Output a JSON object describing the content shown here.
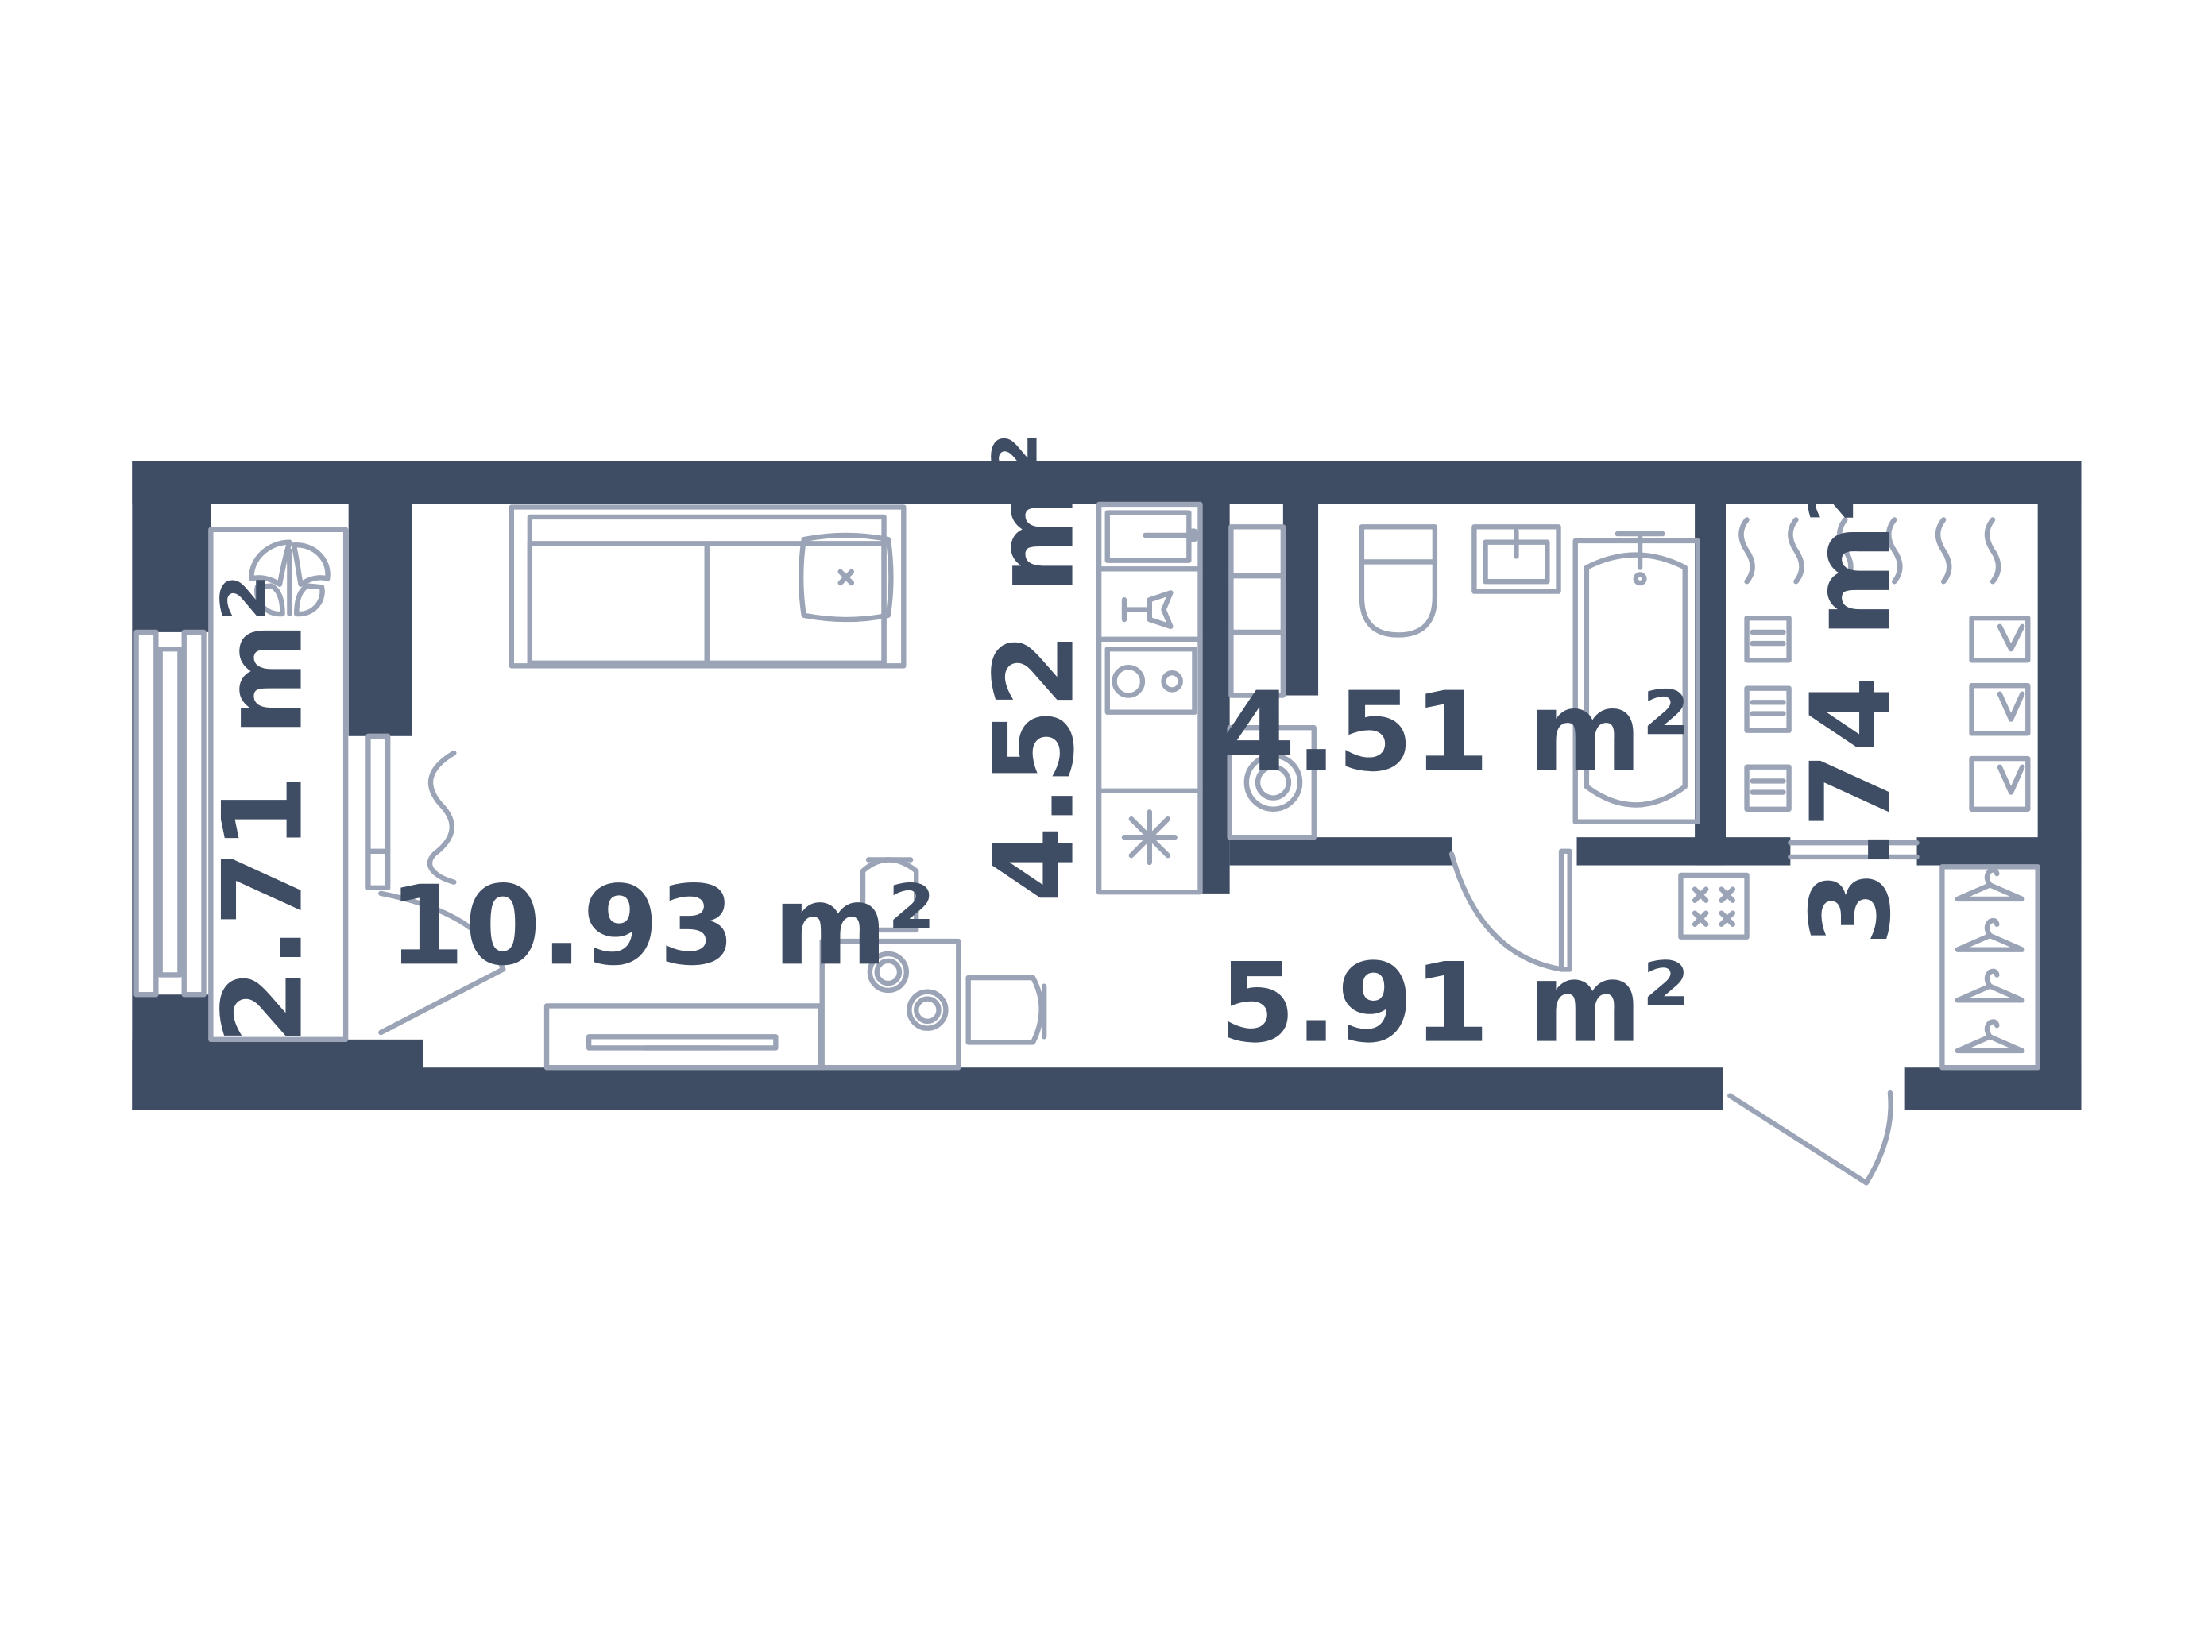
{
  "rooms": {
    "living_room": {
      "area": "10.93 m²"
    },
    "kitchen": {
      "area": "4.52 m²"
    },
    "bathroom": {
      "area": "4.51 m²"
    },
    "wardrobe": {
      "area": "3.74 m²"
    },
    "hallway": {
      "area": "5.91 m²"
    },
    "balcony": {
      "area": "2.71 m²"
    }
  },
  "colors": {
    "wall": "#3f4d64",
    "furniture_stroke": "#9aa4b6",
    "background": "#ffffff",
    "label": "#3f4d64"
  },
  "icons": [
    "sofa-icon",
    "pillow-icon",
    "sink-icon",
    "stove-icon",
    "refrigerator-icon",
    "toilet-icon",
    "bathtub-icon",
    "washing-machine-icon",
    "towel-rail-icon",
    "hanger-icon",
    "folded-clothes-icon",
    "plant-icon",
    "table-icon",
    "chair-icon",
    "tv-stand-icon",
    "door-icon",
    "curtain-icon",
    "window-icon"
  ]
}
